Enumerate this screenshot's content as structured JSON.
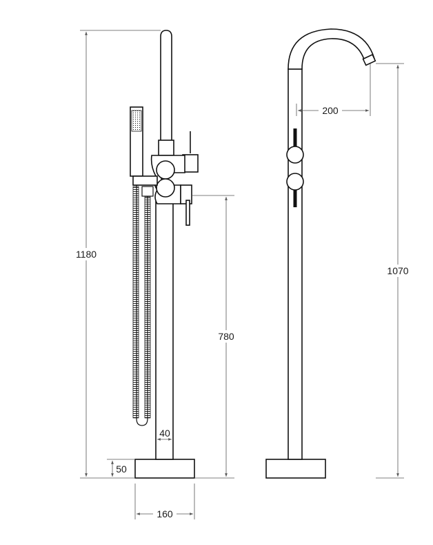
{
  "dimensions": {
    "total_height": "1180",
    "handle_height": "780",
    "pipe_diameter": "40",
    "base_height": "50",
    "base_width": "160",
    "spout_reach": "200",
    "spout_height": "1070"
  },
  "colors": {
    "line": "#111111",
    "dimension_line": "#555555",
    "background": "#ffffff"
  }
}
